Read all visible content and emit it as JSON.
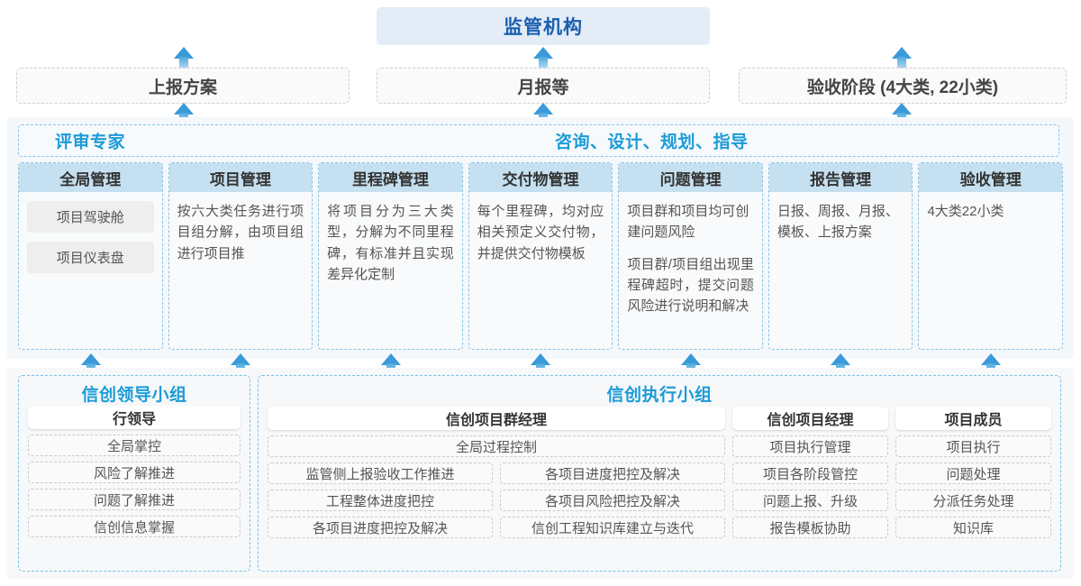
{
  "top": {
    "regulator": "监管机构",
    "reports": [
      "上报方案",
      "月报等",
      "验收阶段 (4大类, 22小类)"
    ]
  },
  "middle": {
    "band_left": "评审专家",
    "band_right": "咨询、设计、规划、指导",
    "columns": [
      {
        "title": "全局管理",
        "chips": [
          "项目驾驶舱",
          "项目仪表盘"
        ],
        "paragraphs": []
      },
      {
        "title": "项目管理",
        "chips": [],
        "paragraphs": [
          "按六大类任务进行项目组分解，由项目组进行项目推"
        ]
      },
      {
        "title": "里程碑管理",
        "chips": [],
        "paragraphs": [
          "将项目分为三大类型，分解为不同里程碑，有标准并且实现差异化定制"
        ]
      },
      {
        "title": "交付物管理",
        "chips": [],
        "paragraphs": [
          "每个里程碑，均对应相关预定义交付物，并提供交付物模板"
        ]
      },
      {
        "title": "问题管理",
        "chips": [],
        "paragraphs": [
          "项目群和项目均可创建问题风险",
          "项目群/项目组出现里程碑超时，提交问题风险进行说明和解决"
        ]
      },
      {
        "title": "报告管理",
        "chips": [],
        "paragraphs": [
          "日报、周报、月报、模板、上报方案"
        ]
      },
      {
        "title": "验收管理",
        "chips": [],
        "paragraphs": [
          "4大类22小类"
        ]
      }
    ]
  },
  "bottom": {
    "leading_group": {
      "title": "信创领导小组",
      "role": "行领导",
      "items": [
        "全局掌控",
        "风险了解推进",
        "问题了解推进",
        "信创信息掌握"
      ]
    },
    "exec_group": {
      "title": "信创执行小组",
      "program_manager": {
        "role": "信创项目群经理",
        "full_item": "全局过程控制",
        "left_items": [
          "监管侧上报验收工作推进",
          "工程整体进度把控",
          "各项目进度把控及解决"
        ],
        "right_items": [
          "各项目进度把控及解决",
          "各项目风险把控及解决",
          "信创工程知识库建立与迭代"
        ]
      },
      "project_manager": {
        "role": "信创项目经理",
        "items": [
          "项目执行管理",
          "项目各阶段管控",
          "问题上报、升级",
          "报告模板协助"
        ]
      },
      "project_member": {
        "role": "项目成员",
        "items": [
          "项目执行",
          "问题处理",
          "分派任务处理",
          "知识库"
        ]
      }
    }
  },
  "arrows": {
    "icon": "arrow-up-icon",
    "color": "#3a9ad9"
  }
}
